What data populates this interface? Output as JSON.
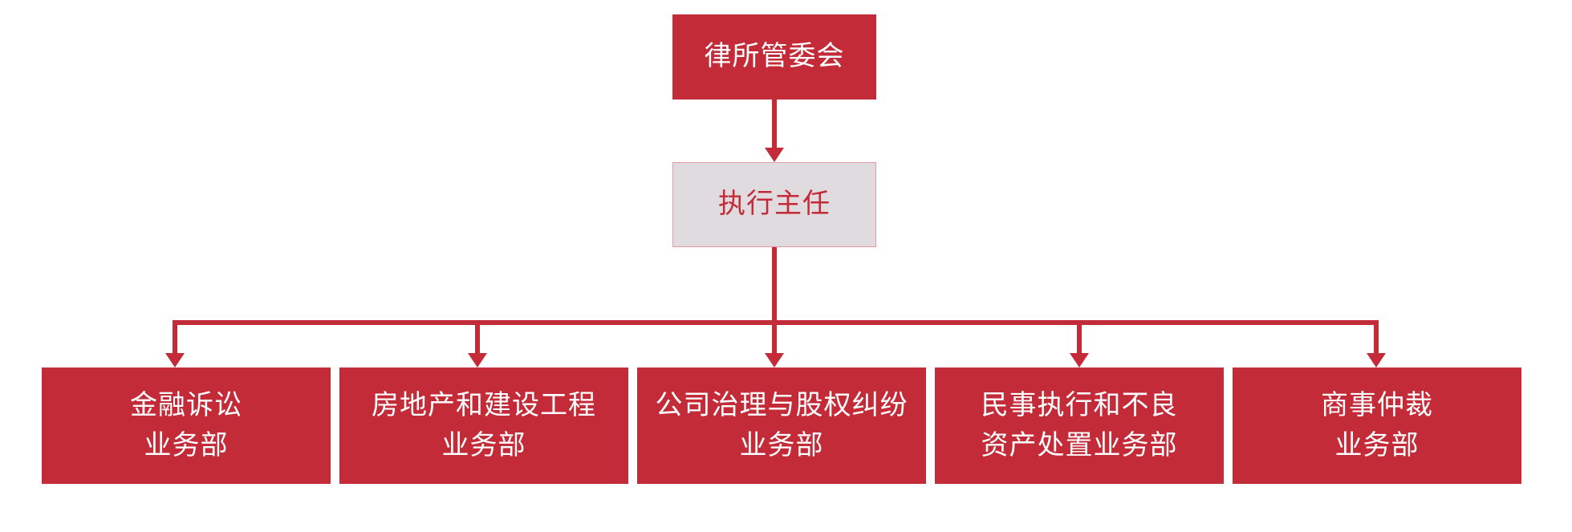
{
  "colors": {
    "primary_red": "#c42b38",
    "secondary_fill": "#e0dbde",
    "secondary_border": "#e89aa3",
    "text_light": "#ffffff"
  },
  "top": {
    "label": "律所管委会"
  },
  "middle": {
    "label": "执行主任"
  },
  "departments": [
    {
      "line1": "金融诉讼",
      "line2": "业务部"
    },
    {
      "line1": "房地产和建设工程",
      "line2": "业务部"
    },
    {
      "line1": "公司治理与股权纠纷",
      "line2": "业务部"
    },
    {
      "line1": "民事执行和不良",
      "line2": "资产处置业务部"
    },
    {
      "line1": "商事仲裁",
      "line2": "业务部"
    }
  ]
}
